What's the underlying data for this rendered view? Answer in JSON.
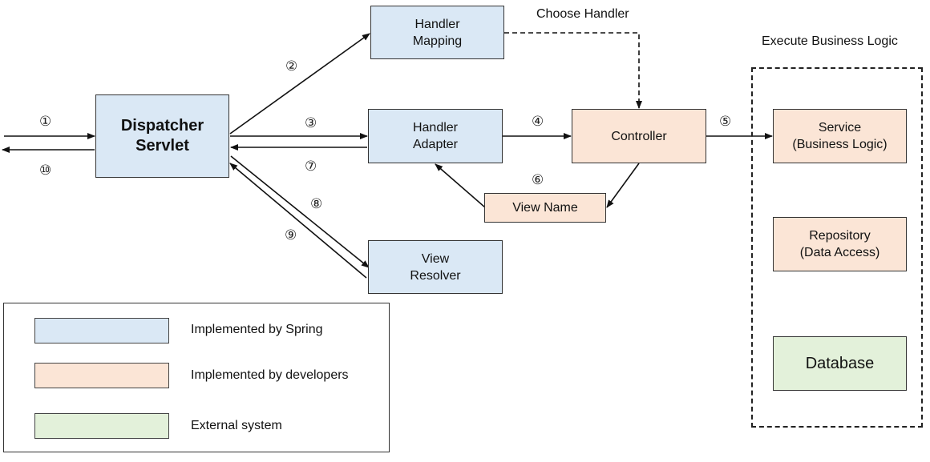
{
  "nodes": {
    "dispatcher_servlet": "Dispatcher\nServlet",
    "handler_mapping": "Handler\nMapping",
    "handler_adapter": "Handler\nAdapter",
    "view_resolver": "View\nResolver",
    "controller": "Controller",
    "view_name": "View Name",
    "service": "Service\n(Business Logic)",
    "repository": "Repository\n(Data Access)",
    "database": "Database"
  },
  "annotations": {
    "choose_handler": "Choose Handler",
    "execute_business_logic": "Execute Business Logic"
  },
  "steps": {
    "s1": "①",
    "s2": "②",
    "s3": "③",
    "s4": "④",
    "s5": "⑤",
    "s6": "⑥",
    "s7": "⑦",
    "s8": "⑧",
    "s9": "⑨",
    "s10": "⑩"
  },
  "legend": {
    "spring": "Implemented by Spring",
    "developers": "Implemented by developers",
    "external": "External system"
  },
  "colors": {
    "spring": "#dae8f5",
    "developers": "#fbe5d6",
    "external": "#e3f1da"
  }
}
